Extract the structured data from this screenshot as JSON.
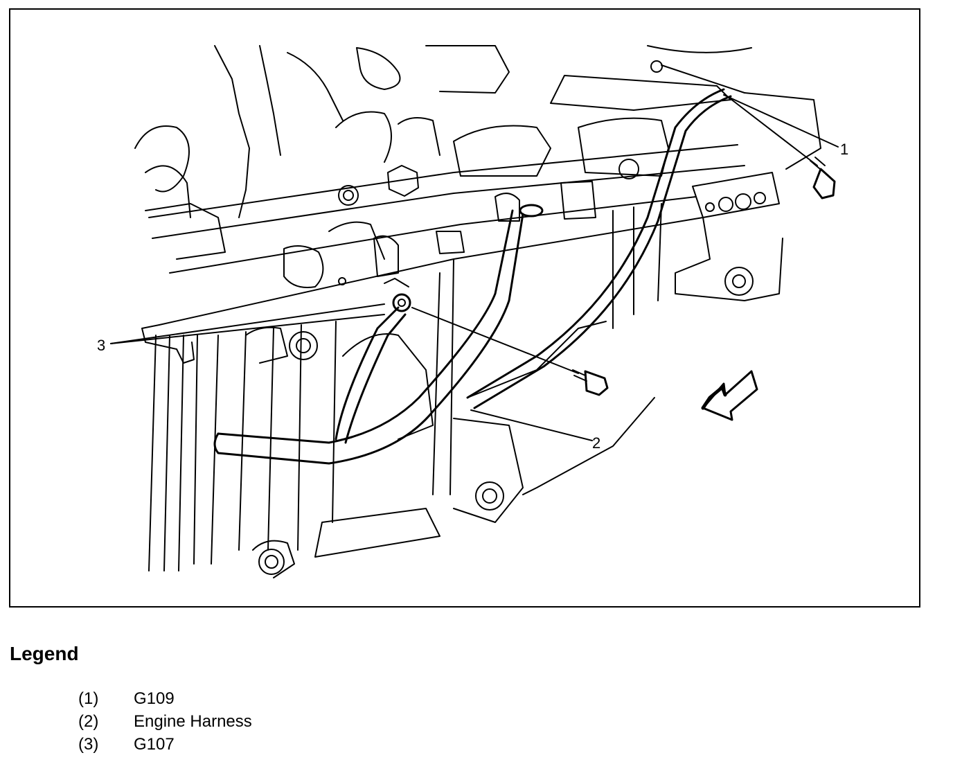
{
  "diagram": {
    "callouts": [
      {
        "id": "1",
        "label": "1"
      },
      {
        "id": "2",
        "label": "2"
      },
      {
        "id": "3",
        "label": "3"
      }
    ]
  },
  "legend": {
    "title": "Legend",
    "items": [
      {
        "number": "(1)",
        "text": "G109"
      },
      {
        "number": "(2)",
        "text": "Engine Harness"
      },
      {
        "number": "(3)",
        "text": "G107"
      }
    ]
  }
}
